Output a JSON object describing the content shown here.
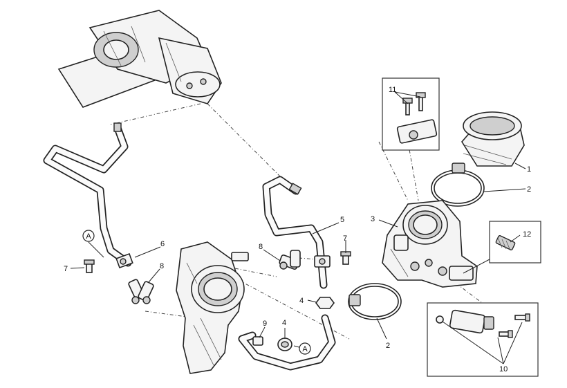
{
  "callouts": {
    "c1": "1",
    "c2a": "2",
    "c2b": "2",
    "c3": "3",
    "c4a": "4",
    "c4b": "4",
    "c5": "5",
    "c6": "6",
    "c7a": "7",
    "c7b": "7",
    "c8a": "8",
    "c8b": "8",
    "c9": "9",
    "c10": "10",
    "c11": "11",
    "c12": "12",
    "refA1": "A",
    "refA2": "A"
  }
}
